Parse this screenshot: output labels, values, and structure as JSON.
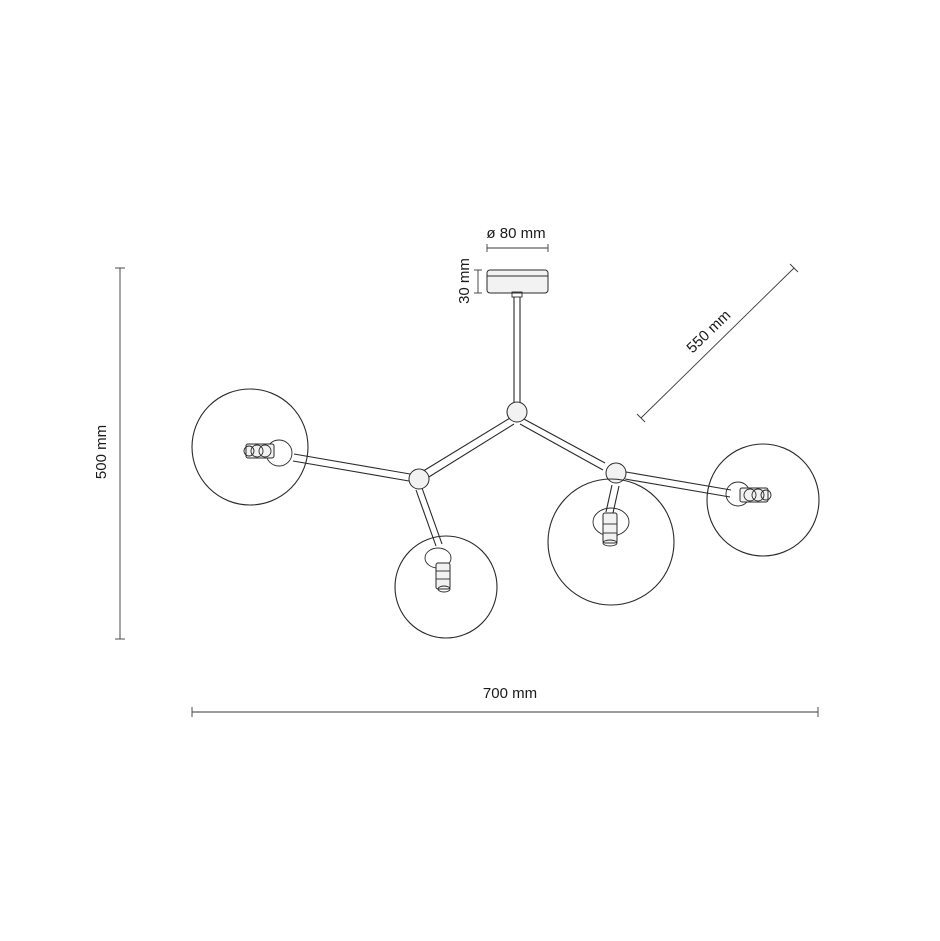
{
  "dimensions": {
    "height": "500 mm",
    "width": "700 mm",
    "diagonal": "550 mm",
    "canopy_diameter": "ø 80 mm",
    "canopy_height": "30 mm"
  },
  "colors": {
    "line": "#2a2a2a",
    "background": "#ffffff"
  }
}
